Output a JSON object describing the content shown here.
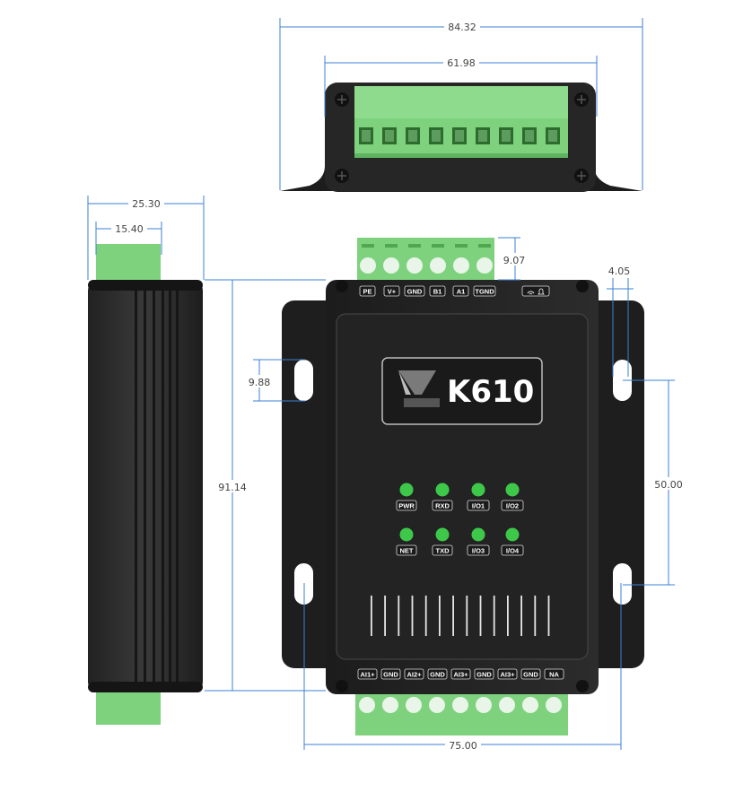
{
  "device": {
    "model": "K610",
    "top_terminals": [
      "PE",
      "V+",
      "GND",
      "B1",
      "A1",
      "TGND"
    ],
    "signal_label": "",
    "leds_row1": [
      "PWR",
      "RXD",
      "I/O1",
      "I/O2"
    ],
    "leds_row2": [
      "NET",
      "TXD",
      "I/O3",
      "I/O4"
    ],
    "bottom_terminals": [
      "AI1+",
      "GND",
      "AI2+",
      "GND",
      "AI3+",
      "GND",
      "AI3+",
      "GND",
      "NA"
    ],
    "colors": {
      "body": "#262626",
      "terminal_green": "#7ed27e",
      "led_green": "#3ec84a",
      "dimension_line": "#3b82d6"
    }
  },
  "dimensions": {
    "top_overall_width": "84.32",
    "top_block_width": "61.98",
    "side_overall_width": "25.30",
    "side_terminal_width": "15.40",
    "terminal_height": "9.07",
    "mount_hole_width": "4.05",
    "mount_hole_height": "9.88",
    "overall_height": "91.14",
    "hole_spacing_vertical": "50.00",
    "hole_spacing_horizontal": "75.00"
  }
}
